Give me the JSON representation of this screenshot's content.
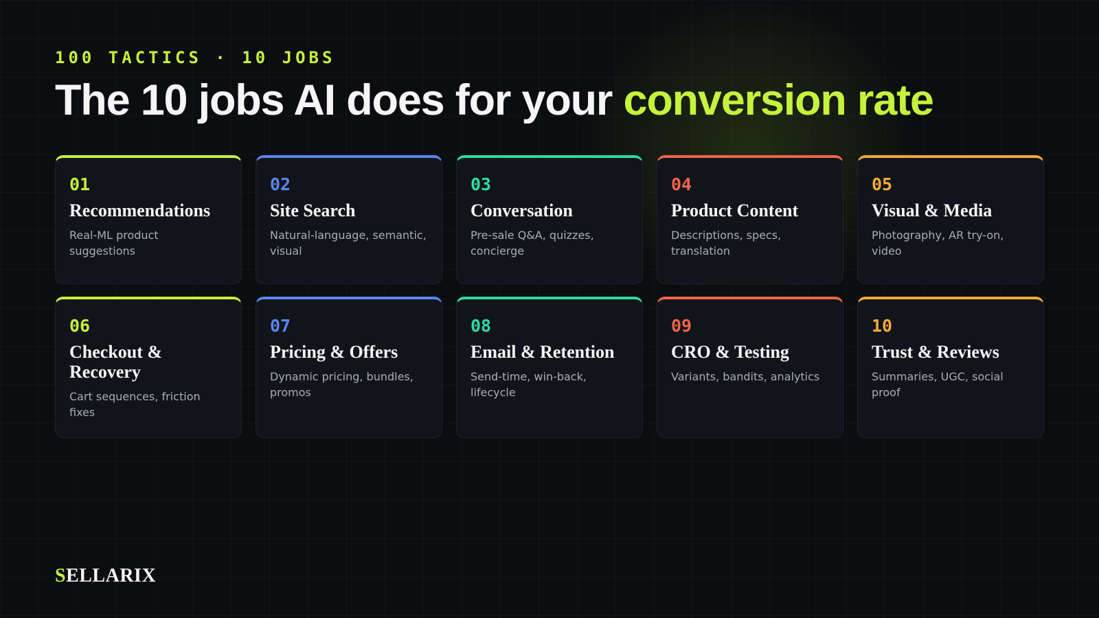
{
  "header": {
    "eyebrow": "100 TACTICS · 10 JOBS",
    "title_main": "The 10 jobs AI does for your ",
    "title_accent": "conversion rate"
  },
  "colors": {
    "lime": "#c5f23c",
    "blue": "#5b86f0",
    "teal": "#2fdca0",
    "coral": "#f0654a",
    "amber": "#f5a93a",
    "background": "#0b0d10",
    "card": "#11151b"
  },
  "cards": [
    {
      "num": "01",
      "title": "Recommendations",
      "desc": "Real-ML product suggestions",
      "color": "#c5f23c"
    },
    {
      "num": "02",
      "title": "Site Search",
      "desc": "Natural-language, semantic, visual",
      "color": "#5b86f0"
    },
    {
      "num": "03",
      "title": "Conversation",
      "desc": "Pre-sale Q&A, quizzes, concierge",
      "color": "#2fdca0"
    },
    {
      "num": "04",
      "title": "Product Content",
      "desc": "Descriptions, specs, translation",
      "color": "#f0654a"
    },
    {
      "num": "05",
      "title": "Visual & Media",
      "desc": "Photography, AR try-on, video",
      "color": "#f5a93a"
    },
    {
      "num": "06",
      "title": "Checkout & Recovery",
      "desc": "Cart sequences, friction fixes",
      "color": "#c5f23c"
    },
    {
      "num": "07",
      "title": "Pricing & Offers",
      "desc": "Dynamic pricing, bundles, promos",
      "color": "#5b86f0"
    },
    {
      "num": "08",
      "title": "Email & Retention",
      "desc": "Send-time, win-back, lifecycle",
      "color": "#2fdca0"
    },
    {
      "num": "09",
      "title": "CRO & Testing",
      "desc": "Variants, bandits, analytics",
      "color": "#f0654a"
    },
    {
      "num": "10",
      "title": "Trust & Reviews",
      "desc": "Summaries, UGC, social proof",
      "color": "#f5a93a"
    }
  ],
  "brand": {
    "first": "S",
    "rest": "ELLARIX"
  }
}
